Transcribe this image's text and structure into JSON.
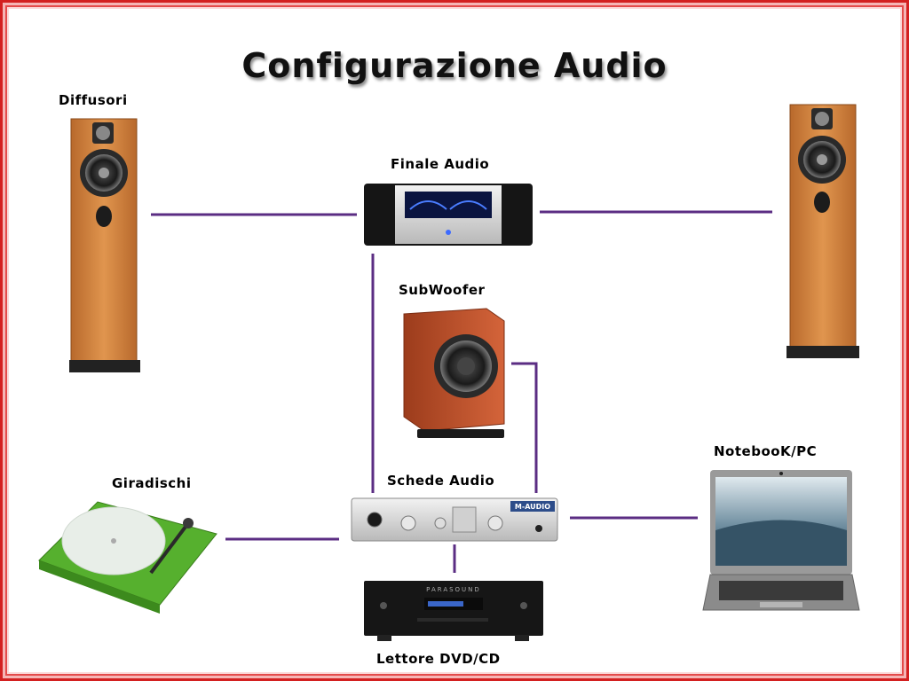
{
  "title": "Configurazione Audio",
  "line_color": "#5b2d83",
  "frame_color": "#d32020",
  "devices": {
    "speakers": {
      "label": "Diffusori",
      "icon": "floor-speaker-icon"
    },
    "amp": {
      "label": "Finale Audio",
      "icon": "amplifier-icon"
    },
    "subwoofer": {
      "label": "SubWoofer",
      "icon": "subwoofer-icon"
    },
    "soundcard": {
      "label": "Schede Audio",
      "icon": "sound-card-icon",
      "brand": "M-AUDIO"
    },
    "turntable": {
      "label": "Giradischi",
      "icon": "turntable-icon"
    },
    "dvd": {
      "label": "Lettore DVD/CD",
      "icon": "dvd-player-icon",
      "brand": "PARASOUND"
    },
    "notebook": {
      "label": "NotebooK/PC",
      "icon": "laptop-icon"
    }
  }
}
